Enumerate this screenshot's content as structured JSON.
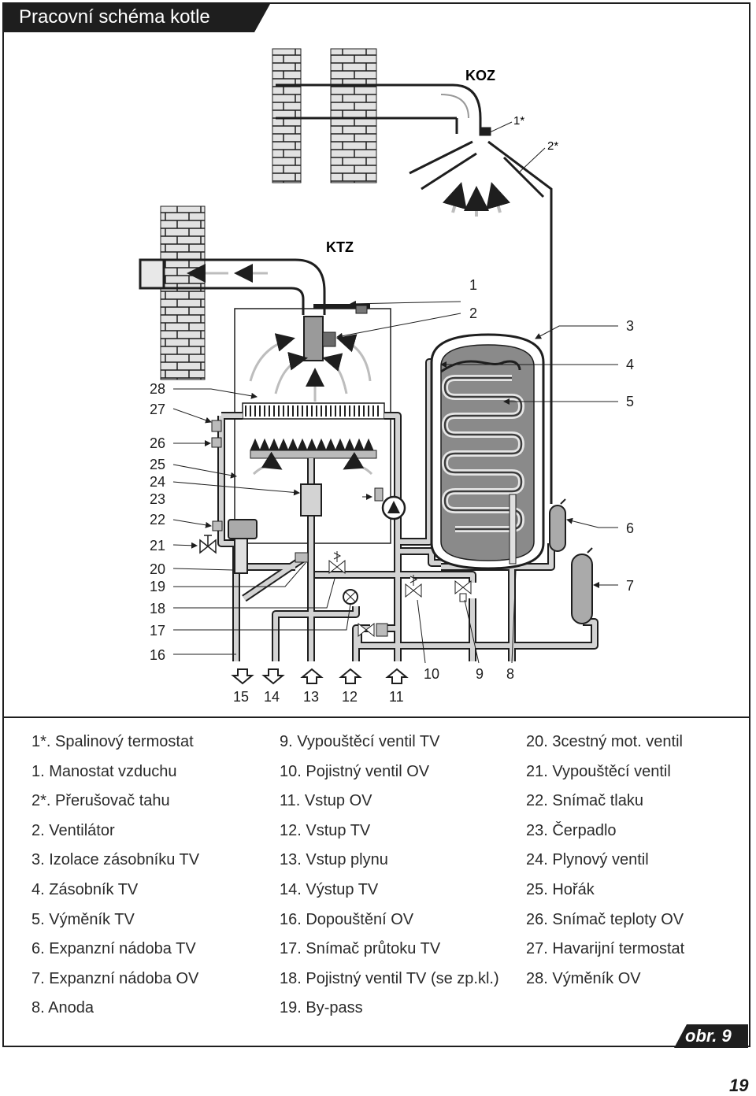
{
  "header": {
    "title": "Pracovní schéma kotle"
  },
  "diagram": {
    "system_labels": {
      "koz": "KOZ",
      "ktz": "KTZ"
    },
    "callouts": {
      "c1star": "1*",
      "c2star": "2*",
      "c1": "1",
      "c2": "2",
      "c3": "3",
      "c4": "4",
      "c5": "5",
      "c6": "6",
      "c7": "7",
      "c28": "28",
      "c27": "27",
      "c26": "26",
      "c25": "25",
      "c24": "24",
      "c23": "23",
      "c22": "22",
      "c21": "21",
      "c20": "20",
      "c19": "19",
      "c18": "18",
      "c17": "17",
      "c16": "16",
      "c15": "15",
      "c14": "14",
      "c13": "13",
      "c12": "12",
      "c11": "11",
      "c10": "10",
      "c9": "9",
      "c8": "8"
    },
    "colors": {
      "pipe": "#d3d3d3",
      "outline": "#1e1e1e",
      "coil": "#3c3c3c",
      "tank_fill": "#8a8a8a",
      "wall": "#e2e2e2",
      "arrow": "#bdbdbd"
    }
  },
  "legend": {
    "col1": [
      "1*. Spalinový termostat",
      "1. Manostat vzduchu",
      "2*. Přerušovač tahu",
      "2. Ventilátor",
      "3. Izolace zásobníku TV",
      "4. Zásobník TV",
      "5. Výměník TV",
      "6. Expanzní nádoba TV",
      "7. Expanzní nádoba OV",
      "8. Anoda"
    ],
    "col2": [
      "9. Vypouštěcí ventil TV",
      "10. Pojistný ventil OV",
      "11. Vstup OV",
      "12. Vstup TV",
      "13. Vstup plynu",
      "14. Výstup TV",
      "16. Dopouštění OV",
      "17. Snímač průtoku TV",
      "18. Pojistný ventil TV (se zp.kl.)",
      "19. By-pass"
    ],
    "col3": [
      "20. 3cestný mot. ventil",
      "21. Vypouštěcí ventil",
      "22. Snímač tlaku",
      "23. Čerpadlo",
      "24. Plynový ventil",
      "25. Hořák",
      "26. Snímač teploty OV",
      "27. Havarijní termostat",
      "28. Výměník OV"
    ]
  },
  "figure_tag": "obr. 9",
  "page_number": "19"
}
